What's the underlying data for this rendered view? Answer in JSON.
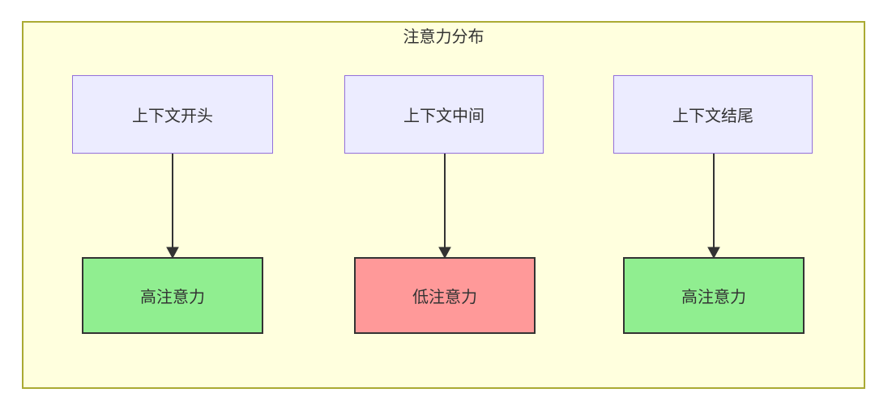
{
  "diagram": {
    "title": "注意力分布",
    "nodes": {
      "top": [
        {
          "id": "context-start",
          "label": "上下文开头"
        },
        {
          "id": "context-middle",
          "label": "上下文中间"
        },
        {
          "id": "context-end",
          "label": "上下文结尾"
        }
      ],
      "bottom": [
        {
          "id": "high-attention-1",
          "label": "高注意力",
          "level": "high"
        },
        {
          "id": "low-attention",
          "label": "低注意力",
          "level": "low"
        },
        {
          "id": "high-attention-2",
          "label": "高注意力",
          "level": "high"
        }
      ]
    },
    "edges": [
      {
        "from": "context-start",
        "to": "high-attention-1"
      },
      {
        "from": "context-middle",
        "to": "low-attention"
      },
      {
        "from": "context-end",
        "to": "high-attention-2"
      }
    ],
    "colors": {
      "container_fill": "#ffffde",
      "container_border": "#aaaa33",
      "context_fill": "#ECECFF",
      "context_border": "#9370DB",
      "high_fill": "#90EE90",
      "low_fill": "#FF9999",
      "result_border": "#333333",
      "text": "#333333",
      "arrow": "#333333"
    }
  }
}
